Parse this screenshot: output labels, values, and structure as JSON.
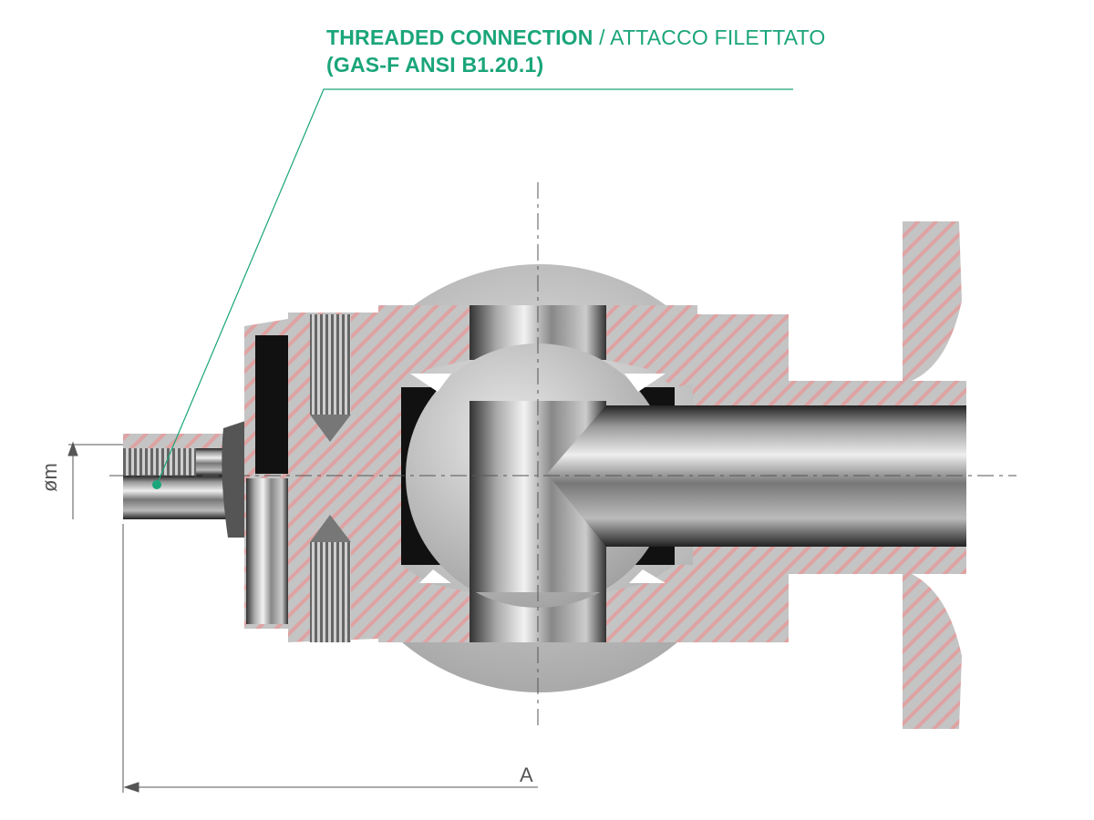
{
  "callout": {
    "title_en": "THREADED CONNECTION",
    "separator": " / ",
    "title_it": "ATTACCO FILETTATO",
    "spec": "(GAS-F ANSI B1.20.1)"
  },
  "dimensions": {
    "length_label": "A",
    "diameter_label": "øm"
  },
  "colors": {
    "accent": "#1aa57a",
    "hatch_base": "#c6c6c6",
    "hatch_line": "#e0a3a3"
  }
}
